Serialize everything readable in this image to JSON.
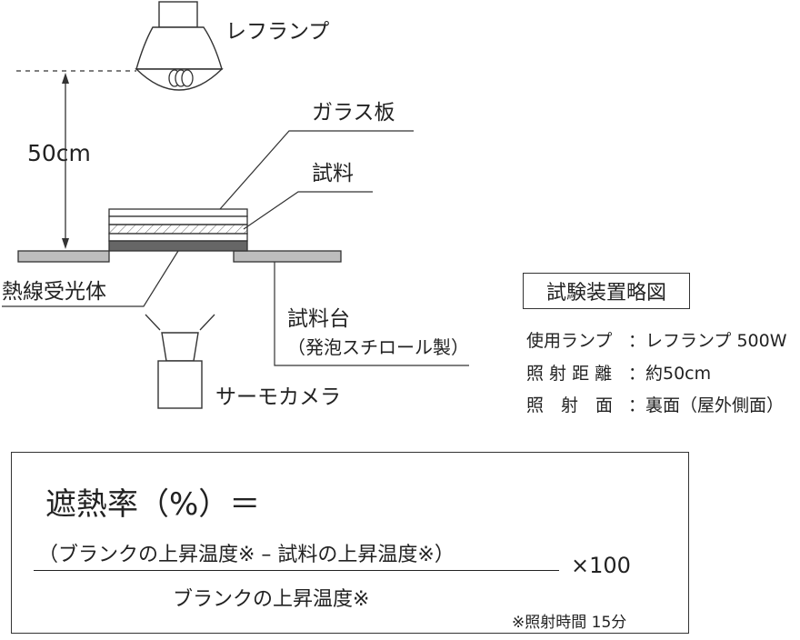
{
  "labels": {
    "lamp": "レフランプ",
    "distance": "50cm",
    "glass": "ガラス板",
    "sample": "試料",
    "sensor": "熱線受光体",
    "stage_line1": "試料台",
    "stage_line2": "（発泡スチロール製）",
    "camera": "サーモカメラ"
  },
  "setup": {
    "title": "試験装置略図",
    "rows": [
      {
        "key": "使用ランプ",
        "value": "：レフランプ 500W"
      },
      {
        "key": "照 射 距 離",
        "value": "：約50cm"
      },
      {
        "key": "照　射　面",
        "value": "：裏面（屋外側面）"
      }
    ]
  },
  "formula": {
    "title": "遮熱率（%）＝",
    "numerator": "（ブランクの上昇温度※ – 試料の上昇温度※）",
    "denominator": "ブランクの上昇温度※",
    "multiplier": "×100",
    "note": "※照射時間 15分"
  }
}
